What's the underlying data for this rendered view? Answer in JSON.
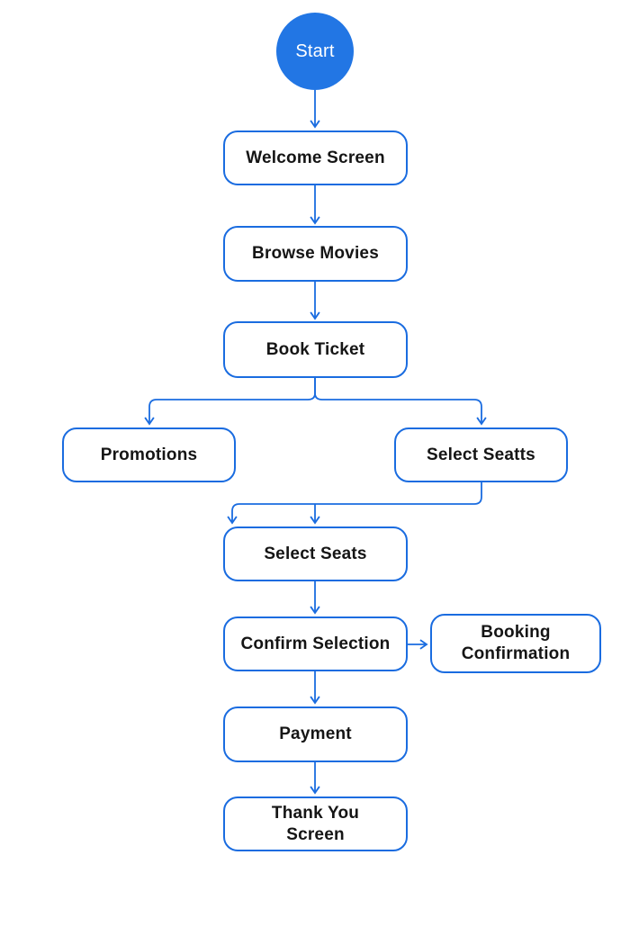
{
  "diagram": {
    "type": "flowchart",
    "accent_color": "#1a6ce0",
    "start_fill_color": "#2276e4",
    "text_color": "#151515",
    "nodes": [
      {
        "id": "start",
        "label": "Start",
        "shape": "circle"
      },
      {
        "id": "welcome-screen",
        "label": "Welcome Screen",
        "shape": "rounded-rect"
      },
      {
        "id": "browse-movies",
        "label": "Browse Movies",
        "shape": "rounded-rect"
      },
      {
        "id": "book-ticket",
        "label": "Book Ticket",
        "shape": "rounded-rect"
      },
      {
        "id": "promotions",
        "label": "Promotions",
        "shape": "rounded-rect"
      },
      {
        "id": "select-seatts",
        "label": "Select Seatts",
        "shape": "rounded-rect"
      },
      {
        "id": "select-seats",
        "label": "Select Seats",
        "shape": "rounded-rect"
      },
      {
        "id": "confirm-selection",
        "label": "Confirm Selection",
        "shape": "rounded-rect"
      },
      {
        "id": "booking-confirmation",
        "label": "Booking Confirmation",
        "shape": "rounded-rect"
      },
      {
        "id": "payment",
        "label": "Payment",
        "shape": "rounded-rect"
      },
      {
        "id": "thank-you-screen",
        "label": "Thank You Screen",
        "shape": "rounded-rect"
      }
    ],
    "edges": [
      {
        "from": "Start",
        "to": "Welcome Screen"
      },
      {
        "from": "Welcome Screen",
        "to": "Browse Movies"
      },
      {
        "from": "Browse Movies",
        "to": "Book Ticket"
      },
      {
        "from": "Book Ticket",
        "to": "Promotions"
      },
      {
        "from": "Book Ticket",
        "to": "Select Seatts"
      },
      {
        "from": "Select Seatts",
        "to": "Select Seats"
      },
      {
        "from": "Select Seats",
        "to": "Confirm Selection"
      },
      {
        "from": "Confirm Selection",
        "to": "Booking Confirmation"
      },
      {
        "from": "Confirm Selection",
        "to": "Payment"
      },
      {
        "from": "Payment",
        "to": "Thank You Screen"
      }
    ]
  }
}
